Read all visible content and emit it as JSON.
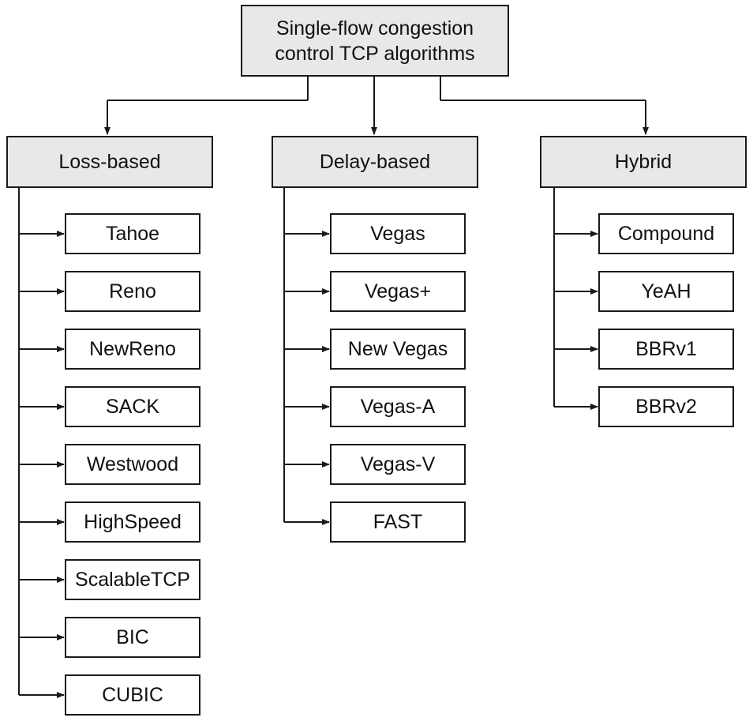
{
  "root": {
    "line1": "Single-flow congestion",
    "line2": "control TCP algorithms"
  },
  "categories": [
    {
      "title": "Loss-based",
      "items": [
        "Tahoe",
        "Reno",
        "NewReno",
        "SACK",
        "Westwood",
        "HighSpeed",
        "ScalableTCP",
        "BIC",
        "CUBIC"
      ]
    },
    {
      "title": "Delay-based",
      "items": [
        "Vegas",
        "Vegas+",
        "New Vegas",
        "Vegas-A",
        "Vegas-V",
        "FAST"
      ]
    },
    {
      "title": "Hybrid",
      "items": [
        "Compound",
        "YeAH",
        "BBRv1",
        "BBRv2"
      ]
    }
  ],
  "colors": {
    "header_fill": "#e8e8e8",
    "line": "#1a1a1a"
  }
}
